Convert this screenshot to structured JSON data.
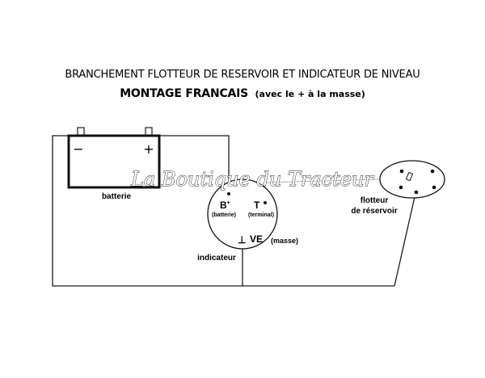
{
  "title": {
    "line1": "BRANCHEMENT FLOTTEUR DE RESERVOIR ET INDICATEUR DE NIVEAU",
    "line2": "MONTAGE FRANCAIS",
    "line2_note": "(avec le + à la masse)"
  },
  "watermark": "La Boutique du Tracteur",
  "battery": {
    "label": "batterie",
    "minus_sign": "−",
    "plus_sign": "+"
  },
  "gauge": {
    "label": "indicateur",
    "terminal_b": "B",
    "terminal_b_sup": "+",
    "terminal_b_note": "(batterie)",
    "terminal_t": "T",
    "terminal_t_note": "(terminal)",
    "ground_symbol": "⊥",
    "terminal_ve": "VE",
    "terminal_ve_note": "(masse)"
  },
  "float": {
    "label_line1": "flotteur",
    "label_line2": "de réservoir"
  },
  "colors": {
    "wire": "#1a1a1a",
    "thin_wire": "#9a9a9a",
    "text": "#111111",
    "background": "#ffffff"
  }
}
